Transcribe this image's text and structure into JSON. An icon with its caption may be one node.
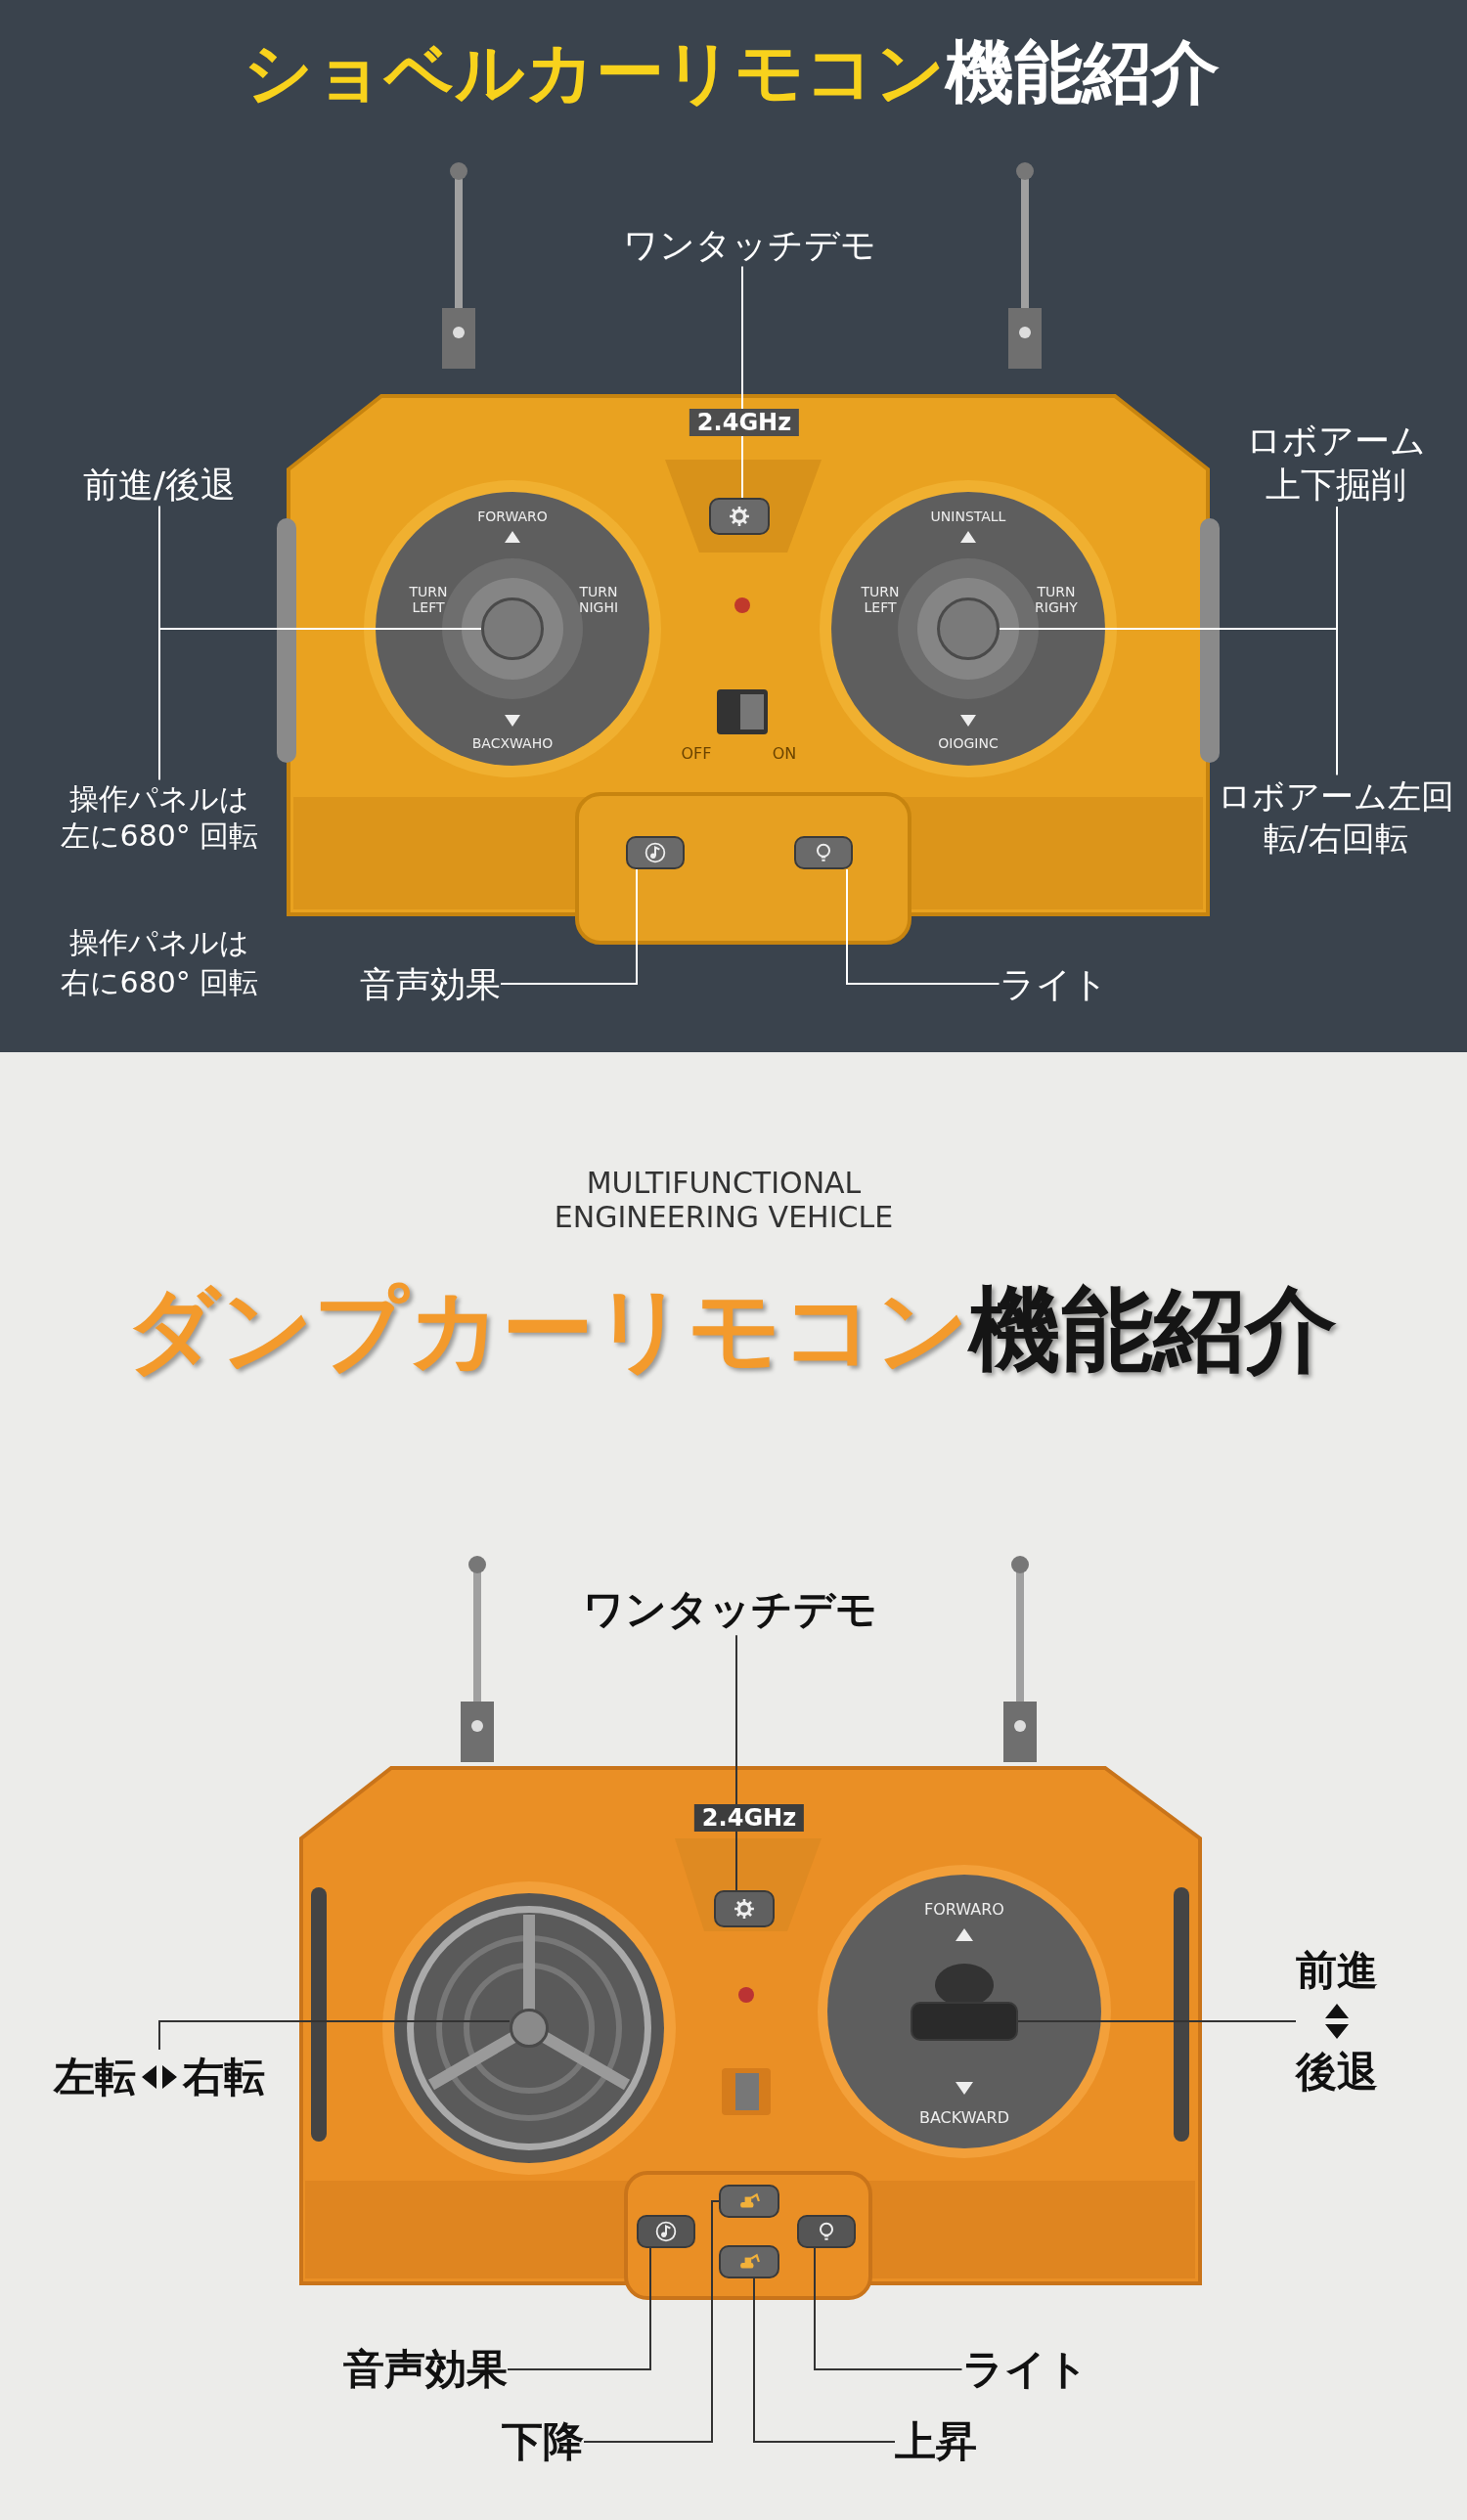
{
  "diagram": {
    "title": "ショベルカーリモコン**機能紹介**",
    "nodes": [
      {
        "text": [
          "ワンタッチデモ"
        ]
      },
      {
        "text": [],
        "shape": "box"
      },
      {
        "text": [
          "前進/後退"
        ]
      },
      {
        "text": [
          "操作パネルは左に680° 回転"
        ]
      },
      {
        "text": [],
        "shape": "circle"
      },
      {
        "text": [
          "ロボアーム上下掘削"
        ]
      },
      {
        "text": [
          "ロボアーム左回転/右回転"
        ]
      },
      {
        "text": [],
        "shape": "circle"
      },
      {
        "text": [
          "音声効果"
        ]
      },
      {
        "text": [],
        "shape": "box"
      },
      {
        "text": [
          "ライト"
        ]
      },
      {
        "text": [],
        "shape": "box"
      },
      {
        "text": [
          "ワンタッチデモ"
        ]
      },
      {
        "text": [],
        "shape": "box"
      },
      {
        "text": [
          "左転",
          "右転"
        ]
      },
      {
        "text": [],
        "shape": "circle"
      },
      {
        "text": [
          "前進",
          "後退"
        ]
      },
      {
        "text": [],
        "shape": "box"
      },
      {
        "text": [
          "音声効果"
        ]
      },
      {
        "text": [],
        "shape": "box"
      },
      {
        "text": [
          "ライト"
        ]
      },
      {
        "text": [],
        "shape": "box"
      },
      {
        "text": [
          "下降"
        ]
      },
      {
        "text": [],
        "shape": "box"
      },
      {
        "text": [
          "上昇"
        ]
      },
      {
        "text": [],
        "shape": "box"
      }
    ],
    "edges": [
      {
        "from": 0,
        "to": 1,
        "arrow": "none",
        "color": "#ffffff"
      },
      {
        "from": 2,
        "to": 4,
        "arrow": "none",
        "color": "#ffffff"
      },
      {
        "from": 3,
        "to": 4,
        "arrow": "none",
        "color": "#ffffff"
      },
      {
        "from": 5,
        "to": 7,
        "arrow": "none",
        "color": "#ffffff"
      },
      {
        "from": 6,
        "to": 7,
        "arrow": "none",
        "color": "#ffffff"
      },
      {
        "from": 8,
        "to": 9,
        "arrow": "none",
        "color": "#ffffff"
      },
      {
        "from": 10,
        "to": 11,
        "arrow": "none",
        "color": "#ffffff"
      },
      {
        "from": 12,
        "to": 13,
        "arrow": "none",
        "color": "#333333"
      },
      {
        "from": 14,
        "to": 15,
        "arrow": "none",
        "color": "#333333"
      },
      {
        "from": 16,
        "to": 17,
        "arrow": "none",
        "color": "#333333"
      },
      {
        "from": 18,
        "to": 19,
        "arrow": "none",
        "color": "#333333"
      },
      {
        "from": 20,
        "to": 21,
        "arrow": "none",
        "color": "#333333"
      },
      {
        "from": 22,
        "to": 23,
        "arrow": "none",
        "color": "#333333"
      },
      {
        "from": 24,
        "to": 25,
        "arrow": "none",
        "color": "#333333"
      }
    ],
    "labels": [
      "操作パネルは右に680° 回転",
      "2.4GHz",
      "FORWARO",
      "TURN LEFT",
      "TURN NIGHI",
      "BACXWAHO",
      "UNINSTALL",
      "TURN LEFT",
      "TURN RIGHY",
      "OIOGINC",
      "OFF",
      "ON",
      "MULTIFUNCTIONAL ENGINEERING VEHICLE",
      "ダンプカーリモコン**機能紹介**",
      "2.4GHz",
      "FORWARO",
      "BACKWARD"
    ]
  }
}
